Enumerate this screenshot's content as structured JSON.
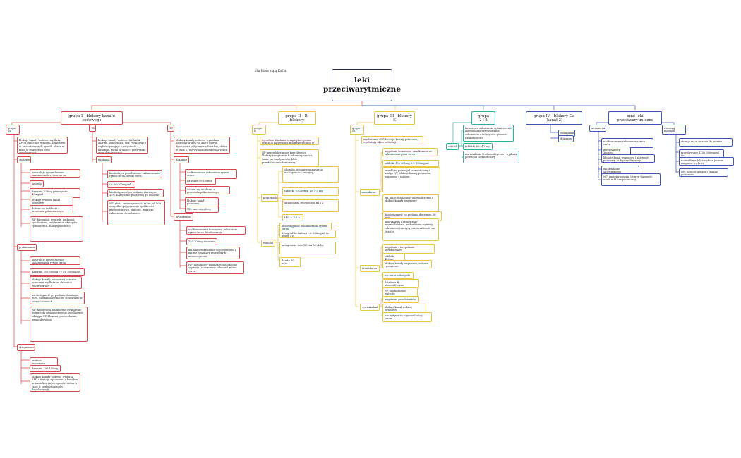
{
  "root": "leki przeciwarytmiczne",
  "note": "Na Bibie ziąią KaCa",
  "cats": [
    "grupa I - blokery kanału sodowego",
    "grupa II - B-blokery",
    "grupa III - blokery K",
    "grupa 2+5",
    "grupa IV - blokery Ca (kanał 2)",
    "inne leki przeciwarytmiczne"
  ],
  "subs": [
    "grupa 1A",
    "1B",
    "1C",
    "grupa II",
    "grupa III",
    "cordarol",
    "werapamil",
    "diltiazem",
    "adenozyna",
    "dwuwęg magnezu"
  ],
  "g1a": {
    "desc": "blokują kanały sodowe, wydłużą APD i dyzację z potasem, z kanałem in umiarkowanych sposób, dotna w fazie 0, podwyższa próg depolaryzacji",
    "chinidyna": "chinidyna",
    "q": [
      "kontroluje i przedłużenie zahamowania rytmu serca",
      "koszula",
      "dawanie 324mg przeciętnie 40mg/ml",
      "blokuje również kanał potasowy",
      "dobrze się wchłania z przewodu pokarmowego",
      "NF: biegunka, trymedy, nudności, cynchonizm, zwiększenie odstępów rytmu serca, małopłytkowości"
    ],
    "prokainamid": "prokainamid",
    "p": [
      "kontroluje i przedłużenie zahamowania rytmu serca",
      "dawanie 250-500mg i.v. i.v. 500mg/kg",
      "blokuje kanały potasowe i przez to powoduje wydłużenie działania leków z grupy 3",
      "niedostępność po podaniu doustnym 80%, dawki maksymalne, stosowanie w ostrych stanach",
      "NF: hipotensja, nadmierne wydłużenie potencjału czynnościowego, wydłużenie odstępu QT, blokada przewodzenia, agranulocytoza"
    ],
    "dizopiramid": "dizopiramid",
    "d": [
      "arytmia komorowa",
      "dawanie 100-150mg",
      "blokuje kanały sodowe, wydłużą APD i dyzację z potasem, z kanałem in umiarkowanych sposób, dotna w fazie 0, podwyższa próg depolaryzacji"
    ]
  },
  "g1b": {
    "desc": "blokuje kanały sodowe, SKRACA ADP m. komórkowa, bez Purkinjego i szybko dysocjuje z połączenia z kanałem, dotna w fazie 0, podwyższa próg depolaryzacji",
    "lidokaina": "lidokaina",
    "l": [
      "kontroluje i przedłużenie zahamowania rytmu serca, zawał serca",
      "i.v. 50-200mg/ml",
      "biodostępność po podaniu doustnym 35% dlatego nie podaje się go doustnie",
      "NF: słaba arytmogenność, także jak leki wszystkie, pogorszenie zjadliwości przewodnictwa, sennośc, drgawki, zaburzenia świadomości"
    ]
  },
  "g1c": {
    "desc": "blokują kanały sodowe, wywołana niewielki wpływ na ADP i powoli dysocjuje z połączenia z kanałem, dotna w fazie 0, podwyższa próg depolaryzacji",
    "flekainid": "flekainid",
    "f": [
      "nadkomorowe zaburzenia rytmu serca",
      "dawanie 50-150mg",
      "dobrze się wchłania z przewodu pokarmowego",
      "blokuje kanał potasowy",
      "NF: zawroty głowy"
    ],
    "propafenon": "propafenon",
    "pr": [
      "nadkomorowe i komorowe zaburzenia rytmu serca, kardiowersja farmakologiczna",
      "150-300mg doustnie",
      "ma słabsze działanie do propranolu i ma też blokujący receptory b-adrenergiczne",
      "NF: metaliczny posmak w ustach oraz zaparcia, zaostrzenie zaburzeń rytmu serca"
    ]
  },
  "g2": {
    "a": "wywołuje działanie sympatykolityczne, redukcja aktywności B-adrenergicznej w sercu",
    "b": "NF: przewlekłe może kurczliwości, blokery receptorów B-adrenergicznych, także jak bradykardia, blok przedsionkowo-komorowy",
    "propranolol": "propranolol",
    "pp": [
      "choroba niedokrwienna serca, nadczynności tarczycy",
      "tabletki 10-160mg, i.v. 1-3 mg",
      "antagonista receptorów B1 i 2",
      "t1/2 = 3-5 h"
    ],
    "esmolol": "esmolol",
    "e": [
      "biodostępność zahamowania rytmu serca",
      "50mg/ml do iniekcji i.v., 2,5mg/ml do infuzji i.v.",
      "antagonista recr B1, na B2 słaby",
      "dawka 10 min"
    ]
  },
  "g3": {
    "desc": "wydłużenie ADP, blokuje kanały potasowe, wydłużają okres refrakcji",
    "amiodaron": "amiodaron",
    "a": [
      "migotanie komorowe i nadkomorowe zaburzenia rytmu serca",
      "tabletki 100-400mg, i.v. 150mg/ml",
      "przedłuża potencjał czynnościowy i odstęp QT, blokuje kanały potasowe, wapniowe i sodowe",
      "ma także działanie B-adrenolityczne i blokuje kanały wapniowe",
      "biodostępność po podaniu doustnym 30-60%",
      "bradykardia i blokowanie przewodnictwa, uszkodzenie wątroby, zaburzenie tarczycy, nadwrażliwość na światło"
    ],
    "dronedaron": "dronedaron",
    "d": [
      "migotanie i trzepotanie przedsionków",
      "tabletki 400mg",
      "blokuje kanały wapniowe, sodowe i potasowe",
      "nie ma w sobie jodu",
      "działanie B-adrenolityczne",
      "NF: uszkodzenie wątroby"
    ],
    "wernakalant": "wernakalant",
    "w": [
      "migotanie przedsionków",
      "blokuje kanał sodowy potasowy",
      "nie wpływa na czynność akcji serca"
    ]
  },
  "g25": {
    "sotalol": "sotalol",
    "s": [
      "komorowe zaburzenia rytmu serca i zatrzymanie przewodzenia; zaburzenia nasilające w połowie nadkomorowe",
      "tabletki 80-240 mg",
      "ma działanie B-adrenolityczne i wydłuża potencjał czynnościowy"
    ]
  },
  "g4": {
    "werapamil": "werapamil",
    "diltiazem": "diltiazem"
  },
  "inne": {
    "adenozyna": "adenozyna",
    "a": [
      "nadkomorowe zaburzenia rytmu serca",
      "przepływowy 3mg/ml",
      "blokuje kanał wapniowy i aktywuje potasowy -> hiperpolaryzacja komórki",
      "ma działanie antywirusowe",
      "NF: zaczerwienienie twarzy, duszność, ucisk w klatce piersiowej"
    ],
    "magnez": "dwuwęg magnezu",
    "m": [
      "stosuje się w torsade de pointes",
      "przepływowe 125 i 500mg/ml i.v.",
      "normalizuje lub zwiększa poziom magnezu we krwi",
      "NF: uczucie gorąca i zmiana polarności"
    ]
  },
  "colors": {
    "red": "#d94848",
    "yellow": "#e8c640",
    "teal": "#2bb39c",
    "blue": "#3e56b5",
    "navy": "#1f2a4a"
  }
}
